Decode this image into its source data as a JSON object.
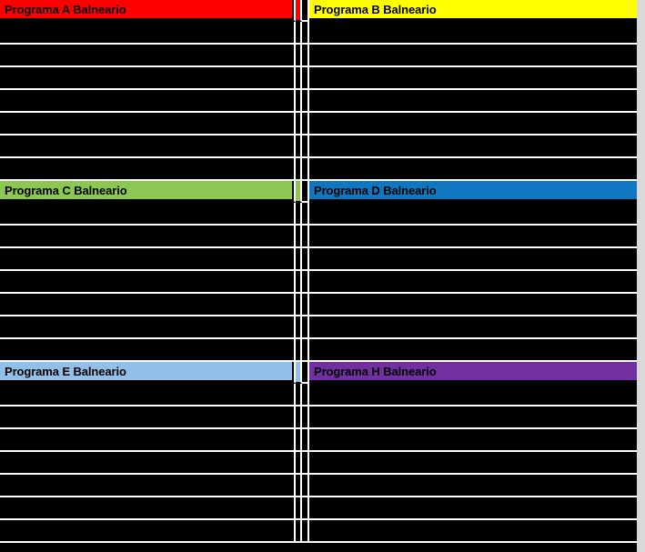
{
  "document": {
    "type": "spreadsheet-schedule",
    "background_color": "#000000",
    "gridline_color": "#ffffff",
    "page_margin_color": "#d9d9d9",
    "header_text_color": "#000000"
  },
  "sections": [
    {
      "id": "section-1",
      "left": {
        "title": "Programa A Balneario",
        "color": "#ff0000",
        "color_name": "red",
        "body_rows": 7
      },
      "right": {
        "title": "Programa B Balneario",
        "color": "#ffff00",
        "color_name": "yellow",
        "body_rows": 7
      }
    },
    {
      "id": "section-2",
      "left": {
        "title": "Programa C Balneario",
        "color": "#8cc751",
        "color_name": "green",
        "body_rows": 7
      },
      "right": {
        "title": "Programa D Balneario",
        "color": "#1076c0",
        "color_name": "blue",
        "body_rows": 7
      }
    },
    {
      "id": "section-3",
      "left": {
        "title": "Programa E Balneario",
        "color": "#93c0e8",
        "color_name": "light-blue",
        "body_rows": 7
      },
      "right": {
        "title": "Programa H Balneario",
        "color": "#7030a0",
        "color_name": "purple",
        "body_rows": 7
      }
    }
  ],
  "layout": {
    "header_row_height": 24,
    "body_row_height": 25,
    "left_column_width": 325,
    "gutter_a_width": 7,
    "gutter_b_width": 8,
    "right_column_width": 360
  }
}
